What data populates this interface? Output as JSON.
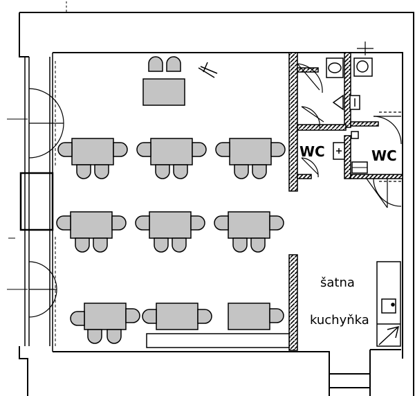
{
  "labels": {
    "wc_left": "WC",
    "wc_right": "WC",
    "satna": "šatna",
    "kuchynka": "kuchyňka"
  },
  "colors": {
    "wall": "#000000",
    "furniture_fill": "#c4c4c4",
    "background": "#ffffff"
  }
}
